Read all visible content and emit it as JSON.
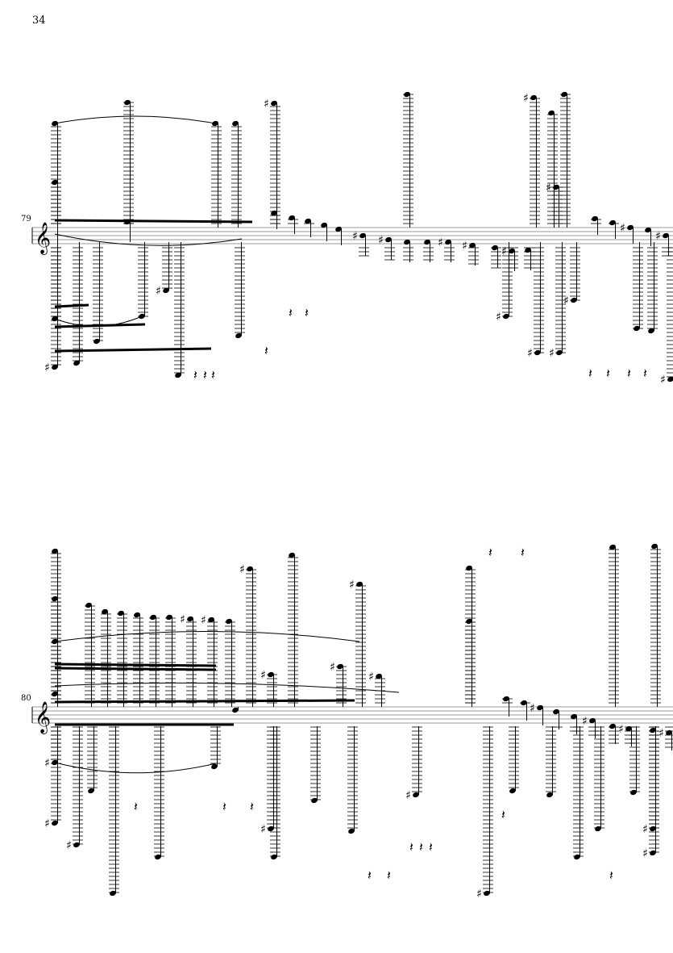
{
  "page": {
    "number": "34"
  },
  "systems": [
    {
      "measure_number": "79",
      "clef": "treble-clef"
    },
    {
      "measure_number": "80",
      "clef": "treble-clef"
    }
  ]
}
